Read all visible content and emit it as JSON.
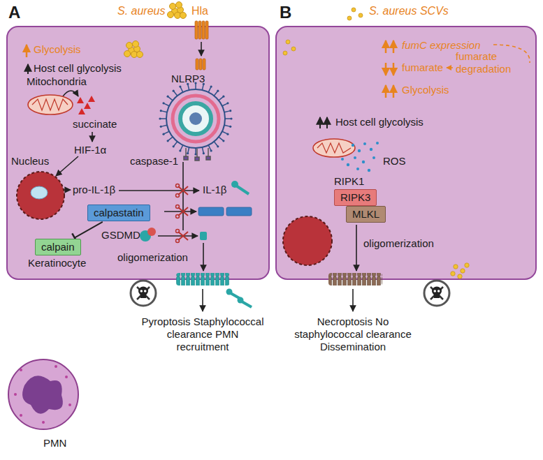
{
  "diagram": {
    "nodes": [
      {
        "text": [
          "Keratinocyte"
        ]
      },
      {
        "text": [
          "calpastatin"
        ],
        "in": 0
      },
      {
        "text": [
          "calpain"
        ],
        "in": 0
      },
      {
        "text": [
          "RIPK3"
        ]
      },
      {
        "text": [
          "MLKL"
        ]
      }
    ],
    "edges": [
      {
        "from": 1,
        "to": 2,
        "arrow": "to"
      }
    ],
    "labels": [
      "A",
      "S. aureus",
      "Hla",
      "Glycolysis",
      "Host cell glycolysis",
      "Mitochondria",
      "succinate",
      "Nucleus",
      "HIF-1α",
      "NLRP3",
      "caspase-1",
      "pro-IL-1β",
      "IL-1β",
      "GSDMD",
      "oligomerization",
      "Pyroptosis Staphylococcal clearance PMN recruitment",
      "PMN",
      "B",
      "S. aureus SCVs",
      "fumC expression",
      "fumarate",
      "fumarate degradation",
      "Glycolysis",
      "Host cell glycolysis",
      "ROS",
      "RIPK1",
      "oligomerization",
      "Necroptosis No staphylococcal clearance Dissemination"
    ]
  }
}
